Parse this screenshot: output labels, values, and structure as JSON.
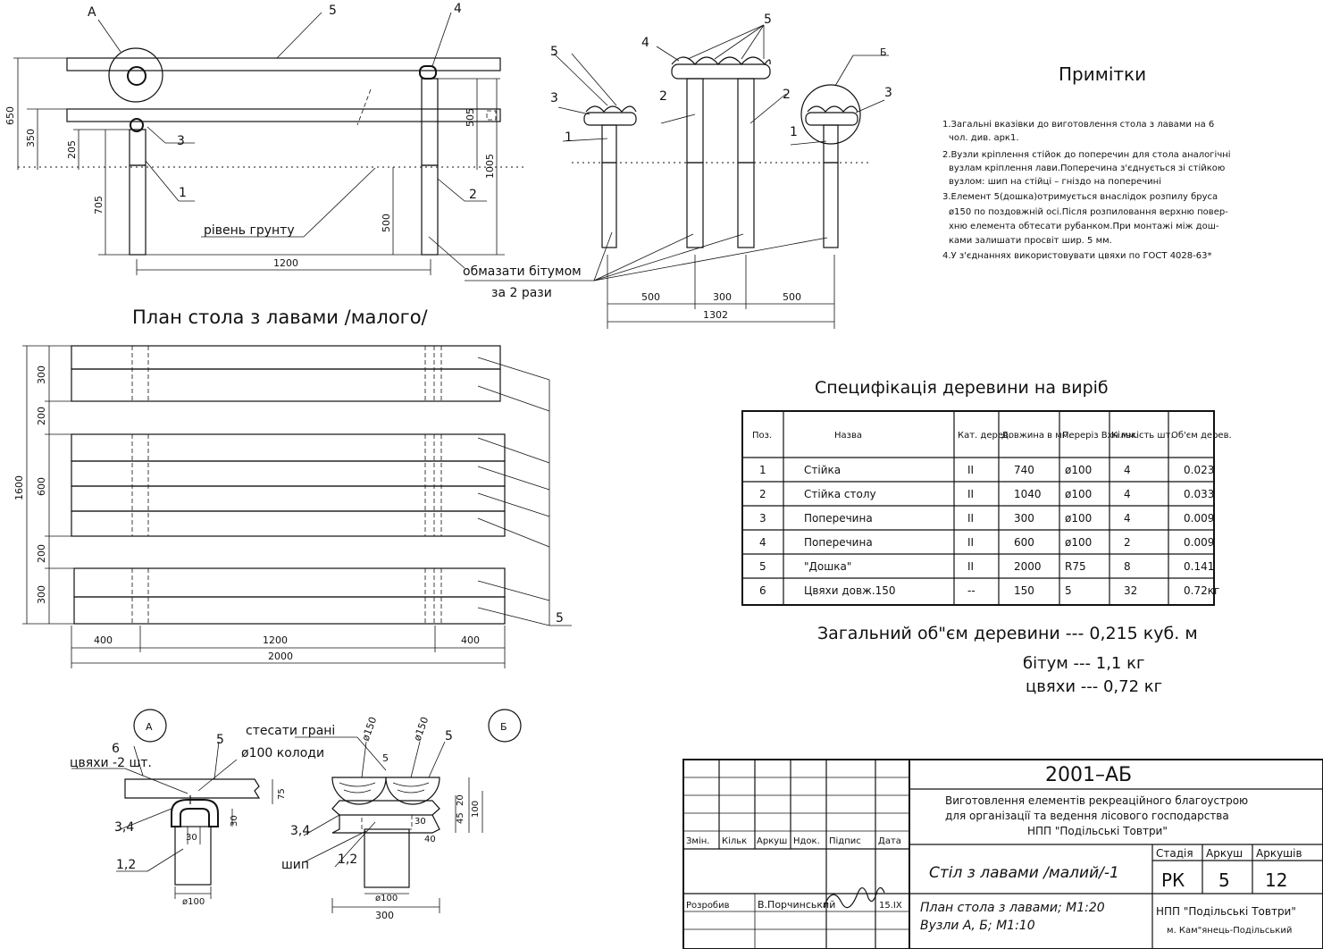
{
  "elevation": {
    "callouts": [
      "А",
      "5",
      "4",
      "3",
      "1",
      "2",
      "Б"
    ],
    "dims_vertical": [
      "650",
      "350",
      "205",
      "705",
      "505",
      "1005",
      "500"
    ],
    "dims_horizontal": [
      "1200"
    ],
    "ground_label": "рівень грунту",
    "bitumen_label": [
      "обмазати бітумом",
      "за 2 рази"
    ],
    "side_dims": [
      "500",
      "300",
      "500",
      "1302"
    ]
  },
  "notes": {
    "title": "Примітки",
    "lines": [
      "1.Загальні вказівки до виготовлення стола з лавами на 6",
      "чол. див. арк1.",
      "2.Вузли кріплення стійок до поперечин для стола аналогічні",
      "вузлам кріплення лави.Поперечина з'єднується зі стійкою",
      "вузлом: шип на стійці – гніздо на поперечині",
      "3.Елемент 5(дошка)отримується внаслідок розпилу бруса",
      "ø150 по поздовжній осі.Після розпиловання верхню повер-",
      "хню елемента обтесати рубанком.При монтажі між дош-",
      "ками залишати просвіт шир. 5 мм.",
      "4.У з'єднаннях використовувати цвяхи по ГОСТ 4028-63*"
    ]
  },
  "plan": {
    "title": "План стола з лавами /малого/",
    "dims_vertical": [
      "300",
      "200",
      "1600",
      "600",
      "200",
      "300"
    ],
    "dims_horizontal": [
      "400",
      "1200",
      "400",
      "2000"
    ],
    "callout": "5"
  },
  "spec": {
    "title": "Специфікація деревини на виріб",
    "headers": [
      "Поз.",
      "Назва",
      "Кат. дерев.",
      "Довжина в мм.",
      "Переріз Вхн мм.",
      "Кількість шт.",
      "Об'єм дерев."
    ],
    "rows": [
      [
        "1",
        "Стійка",
        "II",
        "740",
        "ø100",
        "4",
        "0.023"
      ],
      [
        "2",
        "Стійка столу",
        "II",
        "1040",
        "ø100",
        "4",
        "0.033"
      ],
      [
        "3",
        "Поперечина",
        "II",
        "300",
        "ø100",
        "4",
        "0.009"
      ],
      [
        "4",
        "Поперечина",
        "II",
        "600",
        "ø100",
        "2",
        "0.009"
      ],
      [
        "5",
        "\"Дошка\"",
        "II",
        "2000",
        "R75",
        "8",
        "0.141"
      ],
      [
        "6",
        "Цвяхи довж.150",
        "--",
        "150",
        "5",
        "32",
        "0.72кг"
      ]
    ],
    "totals": [
      "Загальний об\"єм деревини  ---  0,215  куб. м",
      "бітум   ---  1,1  кг",
      "цвяхи   ---  0,72 кг"
    ]
  },
  "details": {
    "node_a": "А",
    "node_b": "Б",
    "labels": [
      "6",
      "5",
      "цвяхи -2 шт.",
      "стесати грані",
      "ø100 колоди",
      "ø150",
      "ø150",
      "5",
      "3,4",
      "1,2",
      "3,4",
      "шип",
      "1,2"
    ],
    "dims": [
      "75",
      "30",
      "30",
      "ø100",
      "30",
      "20",
      "45",
      "100",
      "40",
      "ø100",
      "300"
    ]
  },
  "title_block": {
    "code": "2001–АБ",
    "description": [
      "Виготовлення елементів рекреаційного благоустрою",
      "для організації та ведення лісового господарства",
      "НПП \"Подільські Товтри\""
    ],
    "columns": [
      "Змін.",
      "Кільк",
      "Аркуш",
      "Ндок.",
      "Підпис",
      "Дата"
    ],
    "stage_headers": [
      "Стадія",
      "Аркуш",
      "Аркушів"
    ],
    "stage_values": [
      "РК",
      "5",
      "12"
    ],
    "item_name": "Стіл з лавами /малий/-1",
    "developer_label": "Розробив",
    "developer_name": "В.Порчинський",
    "date": "15.IX",
    "sheet_content": [
      "План стола з лавами; М1:20",
      "Вузли А, Б;  М1:10"
    ],
    "org": [
      "НПП \"Подільські Товтри\"",
      "м. Кам\"янець-Подільський"
    ]
  }
}
